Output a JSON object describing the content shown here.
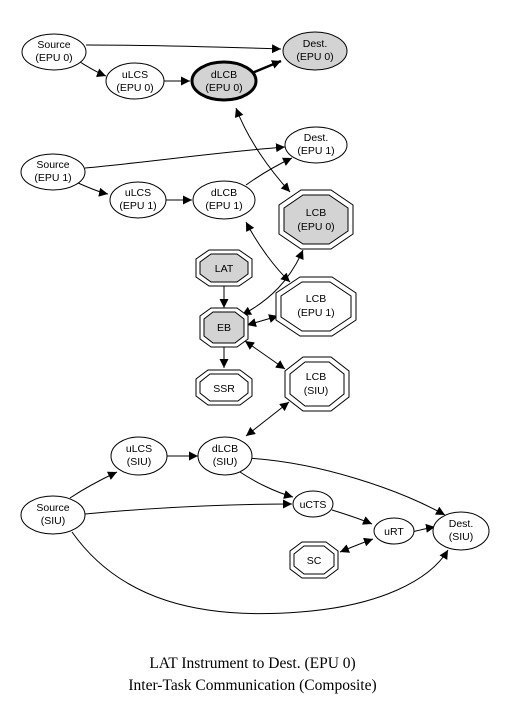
{
  "nodes": {
    "source_epu0": {
      "line1": "Source",
      "line2": "(EPU 0)"
    },
    "ulcs_epu0": {
      "line1": "uLCS",
      "line2": "(EPU 0)"
    },
    "dlcb_epu0": {
      "line1": "dLCB",
      "line2": "(EPU 0)"
    },
    "dest_epu0": {
      "line1": "Dest.",
      "line2": "(EPU 0)"
    },
    "source_epu1": {
      "line1": "Source",
      "line2": "(EPU 1)"
    },
    "ulcs_epu1": {
      "line1": "uLCS",
      "line2": "(EPU 1)"
    },
    "dlcb_epu1": {
      "line1": "dLCB",
      "line2": "(EPU 1)"
    },
    "dest_epu1": {
      "line1": "Dest.",
      "line2": "(EPU 1)"
    },
    "lcb_epu0": {
      "line1": "LCB",
      "line2": "(EPU 0)"
    },
    "lat": {
      "line1": "LAT"
    },
    "lcb_epu1": {
      "line1": "LCB",
      "line2": "(EPU 1)"
    },
    "eb": {
      "line1": "EB"
    },
    "ssr": {
      "line1": "SSR"
    },
    "lcb_siu": {
      "line1": "LCB",
      "line2": "(SIU)"
    },
    "ulcs_siu": {
      "line1": "uLCS",
      "line2": "(SIU)"
    },
    "dlcb_siu": {
      "line1": "dLCB",
      "line2": "(SIU)"
    },
    "source_siu": {
      "line1": "Source",
      "line2": "(SIU)"
    },
    "ucts": {
      "line1": "uCTS"
    },
    "urt": {
      "line1": "uRT"
    },
    "dest_siu": {
      "line1": "Dest.",
      "line2": "(SIU)"
    },
    "sc": {
      "line1": "SC"
    }
  },
  "colors": {
    "highlight_fill": "#d3d3d3",
    "stroke": "#000000"
  },
  "caption": {
    "line1": "LAT Instrument to Dest. (EPU 0)",
    "line2": "Inter-Task Communication (Composite)"
  }
}
